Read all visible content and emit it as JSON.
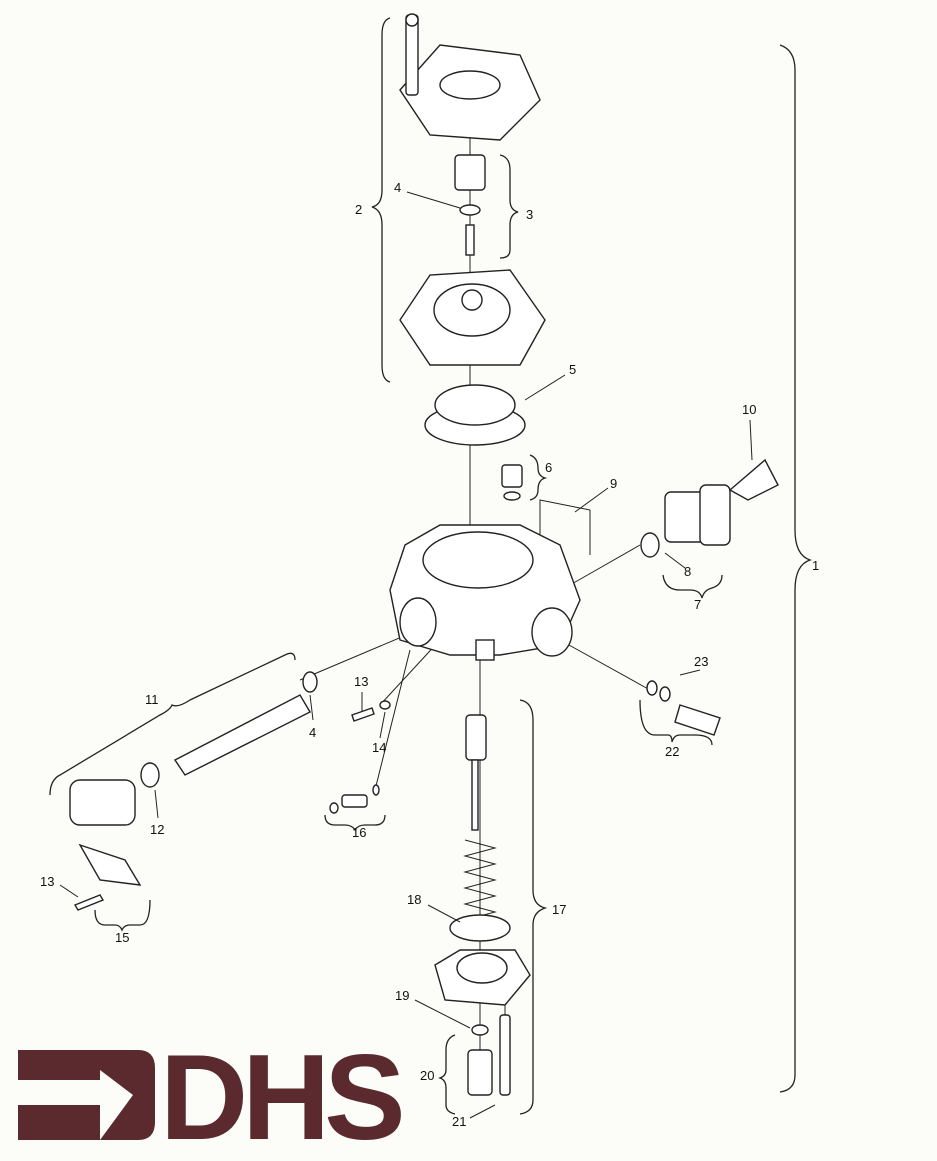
{
  "diagram": {
    "type": "exploded parts diagram",
    "callouts": {
      "c1": "1",
      "c2": "2",
      "c3": "3",
      "c4a": "4",
      "c4b": "4",
      "c5": "5",
      "c6": "6",
      "c7": "7",
      "c8": "8",
      "c9": "9",
      "c10": "10",
      "c11": "11",
      "c12": "12",
      "c13a": "13",
      "c13b": "13",
      "c14": "14",
      "c15": "15",
      "c16": "16",
      "c17": "17",
      "c18": "18",
      "c19": "19",
      "c20": "20",
      "c21": "21",
      "c22": "22",
      "c23": "23"
    }
  },
  "logo": {
    "text": "DHS",
    "color": "#5a2a2e"
  }
}
